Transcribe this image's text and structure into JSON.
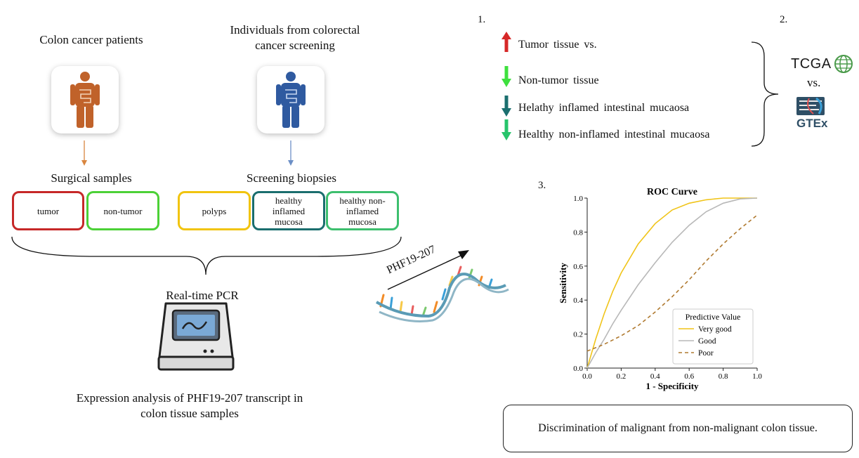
{
  "left": {
    "patients_title": "Colon cancer patients",
    "screening_title_line1": "Individuals  from colorectal",
    "screening_title_line2": "cancer screening",
    "surgical_label": "Surgical samples",
    "screening_label": "Screening biopsies",
    "boxes": [
      {
        "label": "tumor",
        "color": "#c62828"
      },
      {
        "label": "non-tumor",
        "color": "#4cd137"
      },
      {
        "label": "polyps",
        "color": "#f1c40f"
      },
      {
        "label_lines": [
          "healthy",
          "inflamed",
          "mucosa"
        ],
        "color": "#1a6e6e"
      },
      {
        "label_lines": [
          "healthy non-",
          "inflamed",
          "mucosa"
        ],
        "color": "#3dbf6e"
      }
    ],
    "pcr_label": "Real-time  PCR",
    "expression_line1": "Expression analysis  of PHF19-207 transcript  in",
    "expression_line2": "colon tissue samples",
    "transcript_label": "PHF19-207",
    "colors": {
      "patient_icon": "#c0622a",
      "screening_icon": "#2f5aa0",
      "arrow_orange": "#d9863f",
      "arrow_blue": "#6c8fc6"
    }
  },
  "section1": {
    "number": "1.",
    "items": [
      {
        "text": "Tumor tissue  vs.",
        "arrow": "up",
        "color": "#d62828"
      },
      {
        "text": "Non-tumor tissue",
        "arrow": "down",
        "color": "#3ee03e"
      },
      {
        "text": "Helathy  inflamed  intestinal  mucaosa",
        "arrow": "down",
        "color": "#1b6f6f"
      },
      {
        "text": "Healthy  non-inflamed  intestinal  mucaosa",
        "arrow": "down",
        "color": "#27c46b"
      }
    ]
  },
  "section2": {
    "number": "2.",
    "tcga": "TCGA",
    "vs": "vs.",
    "gtex": "GTEx"
  },
  "section3": {
    "number": "3.",
    "result": "Discrimination  of malignant  from non-malignant  colon tissue."
  },
  "chart_data": {
    "type": "line",
    "title": "ROC Curve",
    "xlabel": "1 - Specificity",
    "ylabel": "Sensitivity",
    "xlim": [
      0,
      1
    ],
    "ylim": [
      0,
      1
    ],
    "xticks": [
      "0.0",
      "0.2",
      "0.4",
      "0.6",
      "0.8",
      "1.0"
    ],
    "yticks": [
      "0.0",
      "0.2",
      "0.4",
      "0.6",
      "0.8",
      "1.0"
    ],
    "legend_title": "Predictive Value",
    "legend_position": "lower-right",
    "series": [
      {
        "name": "Very good",
        "color": "#f0c419",
        "dash": "",
        "x": [
          0,
          0.05,
          0.1,
          0.15,
          0.2,
          0.3,
          0.4,
          0.5,
          0.6,
          0.7,
          0.8,
          0.9,
          1.0
        ],
        "y": [
          0,
          0.17,
          0.32,
          0.45,
          0.56,
          0.73,
          0.85,
          0.93,
          0.97,
          0.99,
          1.0,
          1.0,
          1.0
        ]
      },
      {
        "name": "Good",
        "color": "#b8b8b8",
        "dash": "",
        "x": [
          0,
          0.05,
          0.1,
          0.15,
          0.2,
          0.3,
          0.4,
          0.5,
          0.6,
          0.7,
          0.8,
          0.9,
          1.0
        ],
        "y": [
          0,
          0.09,
          0.17,
          0.26,
          0.34,
          0.49,
          0.62,
          0.74,
          0.84,
          0.92,
          0.97,
          0.995,
          1.0
        ]
      },
      {
        "name": "Poor",
        "color": "#b07a30",
        "dash": "5,4",
        "x": [
          0,
          0.1,
          0.2,
          0.3,
          0.4,
          0.5,
          0.6,
          0.7,
          0.8,
          0.9,
          1.0
        ],
        "y": [
          0.1,
          0.14,
          0.19,
          0.25,
          0.33,
          0.42,
          0.52,
          0.63,
          0.73,
          0.82,
          0.9
        ]
      }
    ]
  }
}
